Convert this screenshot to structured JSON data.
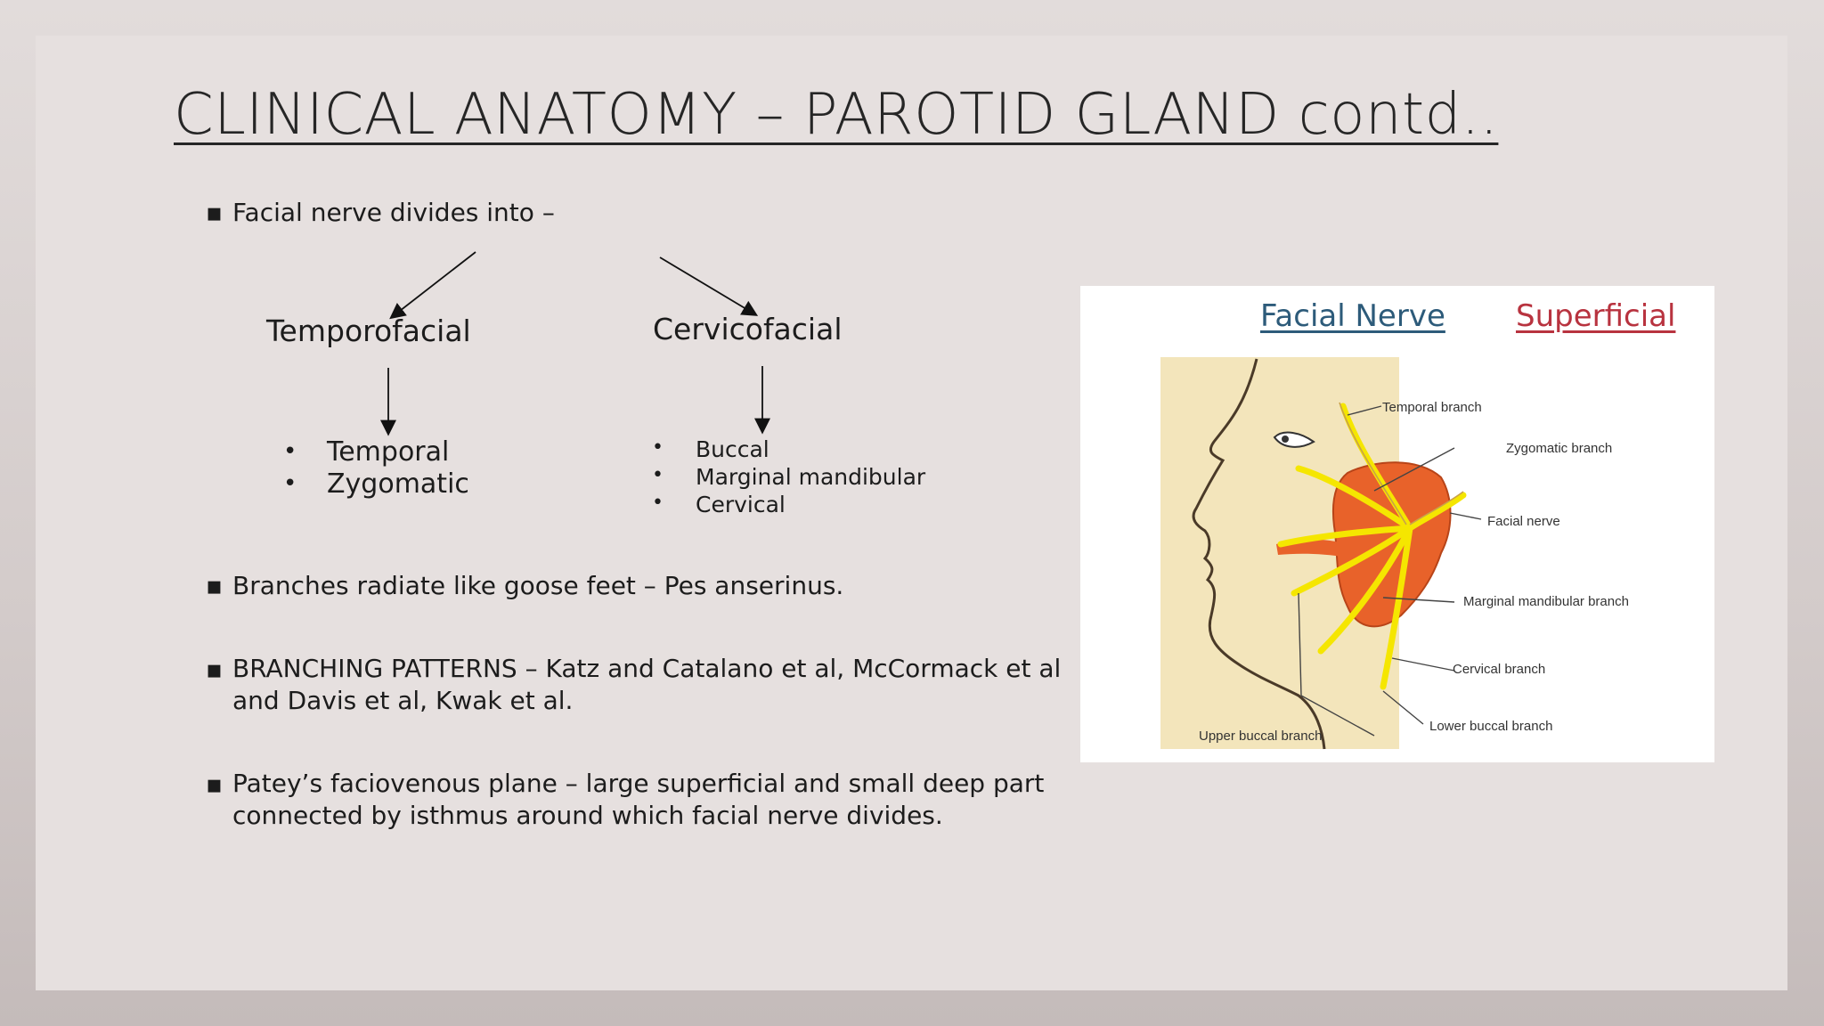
{
  "title": "CLINICAL ANATOMY – PAROTID GLAND contd..",
  "bullets": [
    "Facial nerve divides into –",
    "Branches radiate like goose feet – Pes anserinus.",
    "BRANCHING PATTERNS – Katz and Catalano et al, McCormack et al and Davis et al, Kwak et al.",
    "Patey’s faciovenous plane – large superficial and small deep part connected by isthmus around which facial nerve divides."
  ],
  "bullet_lines": {
    "b3_line1": "BRANCHING PATTERNS – Katz and Catalano et al, McCormack et al",
    "b3_line2": "and Davis et al, Kwak et al.",
    "b4_line1": "Patey’s faciovenous plane – large superficial and small deep part",
    "b4_line2": "connected by isthmus around which facial nerve divides."
  },
  "division": {
    "left": {
      "label": "Temporofacial",
      "items": [
        "Temporal",
        "Zygomatic"
      ]
    },
    "right": {
      "label": "Cervicofacial",
      "items": [
        "Buccal",
        "Marginal mandibular",
        "Cervical"
      ]
    }
  },
  "figure": {
    "title_left": "Facial Nerve",
    "title_right": "Superficial",
    "labels": {
      "temporal": "Temporal branch",
      "zygomatic": "Zygomatic branch",
      "facial": "Facial nerve",
      "marginal": "Marginal mandibular branch",
      "cervical": "Cervical branch",
      "lower_buccal": "Lower buccal branch",
      "upper_buccal": "Upper buccal branch"
    },
    "colors": {
      "title_left": "#2d5b7a",
      "title_right": "#b8333f",
      "gland": "#e8622a",
      "nerve": "#f5e600",
      "skin": "#f3e5bb"
    }
  }
}
